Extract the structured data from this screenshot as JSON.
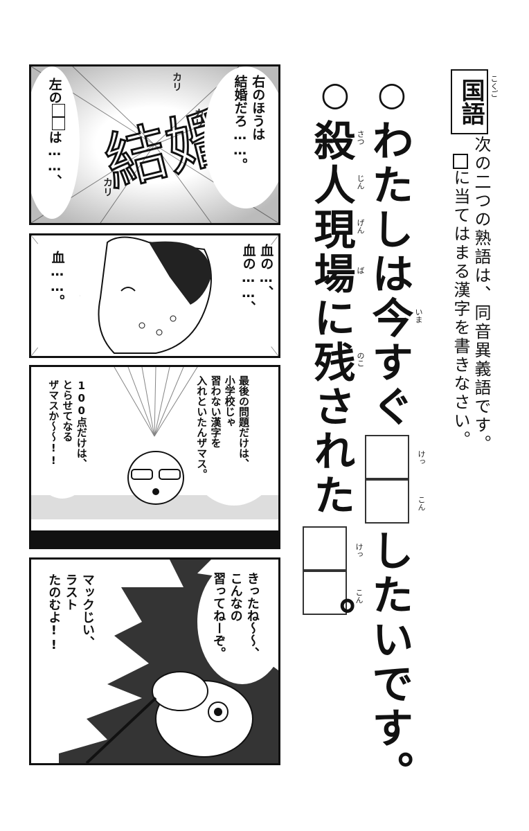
{
  "header": {
    "subject_badge": "国語",
    "subject_ruby": "こくご",
    "instruction": "次の二つの熟語は、同音異義語です。",
    "instruction2_suffix": "に当てはまる漢字を書きなさい。"
  },
  "quiz": {
    "q1_marker": "○",
    "q1_text": "わたしは今すぐ",
    "q1_after": "したいです。",
    "q1_box_ruby": [
      "けっ",
      "こん"
    ],
    "q1_ruby_ima": "いま",
    "q2_marker": "○",
    "q2_text": "殺人現場に残された",
    "q2_after": "。",
    "q2_box_ruby": [
      "けっ",
      "こん"
    ],
    "q2_ruby": [
      "さつ",
      "じん",
      "げん",
      "ば",
      "のこ"
    ]
  },
  "panels": [
    {
      "bubble_right": [
        "右のほうは",
        "結婚だろ……。"
      ],
      "bubble_left": [
        "左の",
        "は……、"
      ],
      "sfx": [
        "カリ",
        "カリ",
        "カリ"
      ],
      "scribble": "結婚"
    },
    {
      "bubble_right": [
        "血の…、",
        "血の……、"
      ],
      "bubble_left": [
        "血……。"
      ]
    },
    {
      "bubble_right": [
        "最後の問題だけは、",
        "小学校じゃ",
        "習わない漢字を",
        "入れといたんザマス。"
      ],
      "bubble_left": [
        "100点だけは、",
        "とらせてなる",
        "ザマスか〜〜!!"
      ]
    },
    {
      "bubble_right": [
        "きったね〜〜、",
        "こんなの",
        "習ってねーぞ。"
      ],
      "bubble_left": [
        "マックじい、",
        "ラスト",
        "たのむよ!!"
      ]
    }
  ]
}
